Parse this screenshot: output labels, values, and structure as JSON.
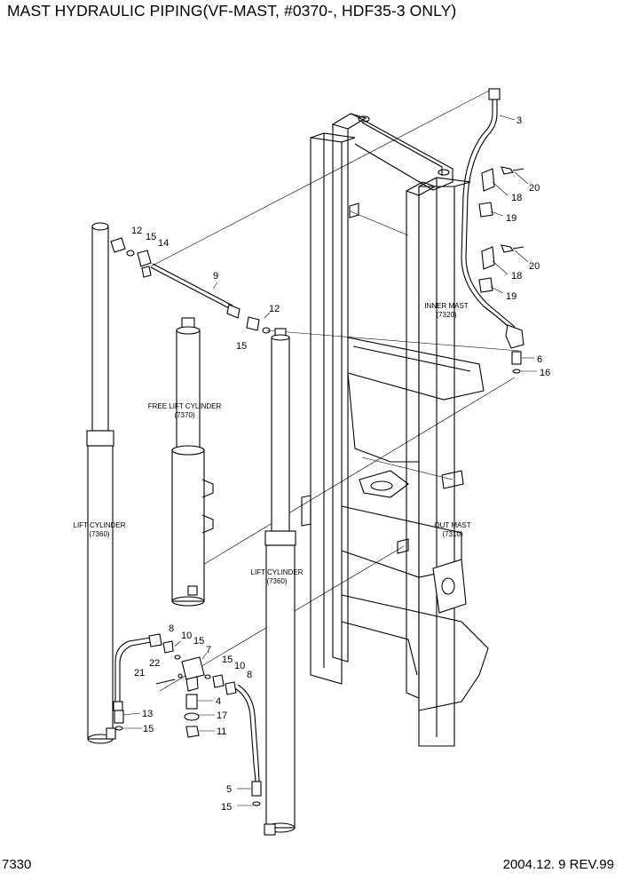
{
  "header": {
    "title": "MAST HYDRAULIC PIPING(VF-MAST, #0370-, HDF35-3 ONLY)"
  },
  "footer": {
    "page_number": "7330",
    "revision": "2004.12. 9 REV.99"
  },
  "components": {
    "inner_mast": {
      "name": "INNER MAST",
      "ref": "(7320)"
    },
    "out_mast": {
      "name": "OUT MAST",
      "ref": "(7310)"
    },
    "free_lift_cylinder": {
      "name": "FREE LIFT CYLINDER",
      "ref": "(7370)"
    },
    "lift_cylinder_left": {
      "name": "LIFT CYLINDER",
      "ref": "(7360)"
    },
    "lift_cylinder_right": {
      "name": "LIFT CYLINDER",
      "ref": "(7360)"
    }
  },
  "callouts": [
    {
      "id": "c3",
      "no": "3"
    },
    {
      "id": "c20a",
      "no": "20"
    },
    {
      "id": "c18a",
      "no": "18"
    },
    {
      "id": "c19a",
      "no": "19"
    },
    {
      "id": "c20b",
      "no": "20"
    },
    {
      "id": "c18b",
      "no": "18"
    },
    {
      "id": "c19b",
      "no": "19"
    },
    {
      "id": "c6",
      "no": "6"
    },
    {
      "id": "c16",
      "no": "16"
    },
    {
      "id": "c12a",
      "no": "12"
    },
    {
      "id": "c15a",
      "no": "15"
    },
    {
      "id": "c14",
      "no": "14"
    },
    {
      "id": "c9",
      "no": "9"
    },
    {
      "id": "c12b",
      "no": "12"
    },
    {
      "id": "c15b",
      "no": "15"
    },
    {
      "id": "c8a",
      "no": "8"
    },
    {
      "id": "c10a",
      "no": "10"
    },
    {
      "id": "c15c",
      "no": "15"
    },
    {
      "id": "c7",
      "no": "7"
    },
    {
      "id": "c22",
      "no": "22"
    },
    {
      "id": "c15d",
      "no": "15"
    },
    {
      "id": "c10b",
      "no": "10"
    },
    {
      "id": "c8b",
      "no": "8"
    },
    {
      "id": "c21",
      "no": "21"
    },
    {
      "id": "c4",
      "no": "4"
    },
    {
      "id": "c13",
      "no": "13"
    },
    {
      "id": "c17",
      "no": "17"
    },
    {
      "id": "c15e",
      "no": "15"
    },
    {
      "id": "c11",
      "no": "11"
    },
    {
      "id": "c5",
      "no": "5"
    },
    {
      "id": "c15f",
      "no": "15"
    }
  ]
}
